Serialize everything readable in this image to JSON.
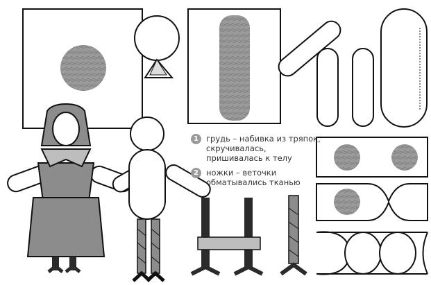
{
  "legend": [
    {
      "number": "1",
      "text": "грудь – набивка из тряпок, скручивалась, пришивалась к телу"
    },
    {
      "number": "2",
      "text": "ножки – веточки обматывались тканью"
    }
  ],
  "colors": {
    "stroke": "#111111",
    "fill_gray": "#8c8c8c",
    "fill_dark": "#2b2b2b",
    "fill_light": "#bdbdbd",
    "background": "#ffffff"
  }
}
